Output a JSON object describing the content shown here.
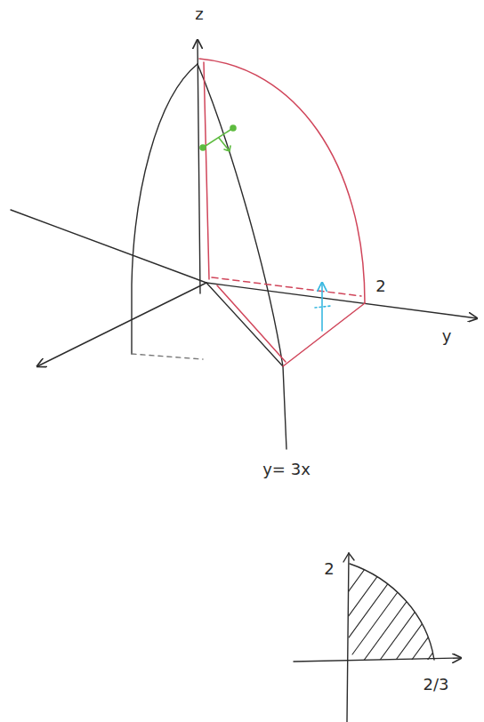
{
  "diagram": {
    "labels": [
      "z",
      "2",
      "y",
      "y= 3x",
      "2",
      "2/3"
    ]
  }
}
